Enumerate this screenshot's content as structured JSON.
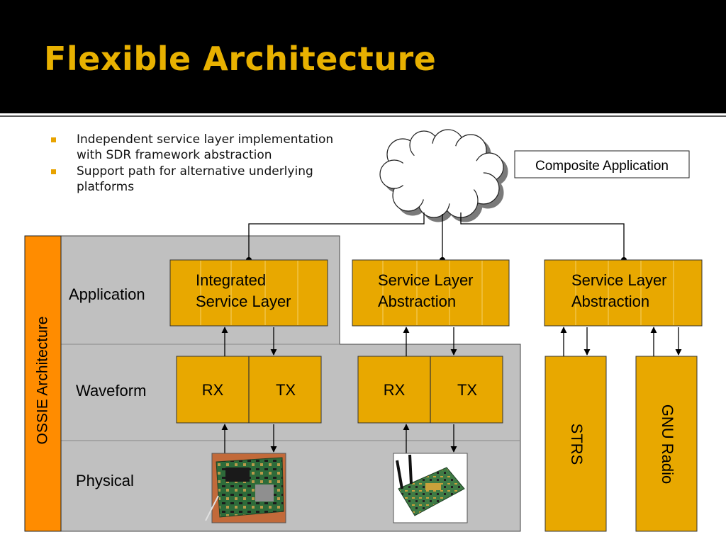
{
  "slide": {
    "title": "Flexible Architecture",
    "bullets": [
      "Independent service layer implementation with SDR framework abstraction",
      "Support path for alternative underlying platforms"
    ]
  },
  "diagram": {
    "composite_label": "Composite Application",
    "ossie_label": "OSSIE Architecture",
    "rows": {
      "application": "Application",
      "waveform": "Waveform",
      "physical": "Physical"
    },
    "service_boxes": [
      [
        "Integrated",
        "Service Layer"
      ],
      [
        "Service Layer",
        "Abstraction"
      ],
      [
        "Service Layer",
        "Abstraction"
      ]
    ],
    "waveform_boxes": [
      {
        "rx": "RX",
        "tx": "TX"
      },
      {
        "rx": "RX",
        "tx": "TX"
      }
    ],
    "vertical_platforms": [
      "STRS",
      "GNU Radio"
    ],
    "hardware_images": [
      "circuit-board-image",
      "radio-board-image"
    ]
  },
  "colors": {
    "accent": "#e8a800",
    "title": "#e8b100",
    "header_bg": "#000000",
    "ossie_bar": "#ff8c00",
    "layer_bg": "#c0c0c0"
  }
}
